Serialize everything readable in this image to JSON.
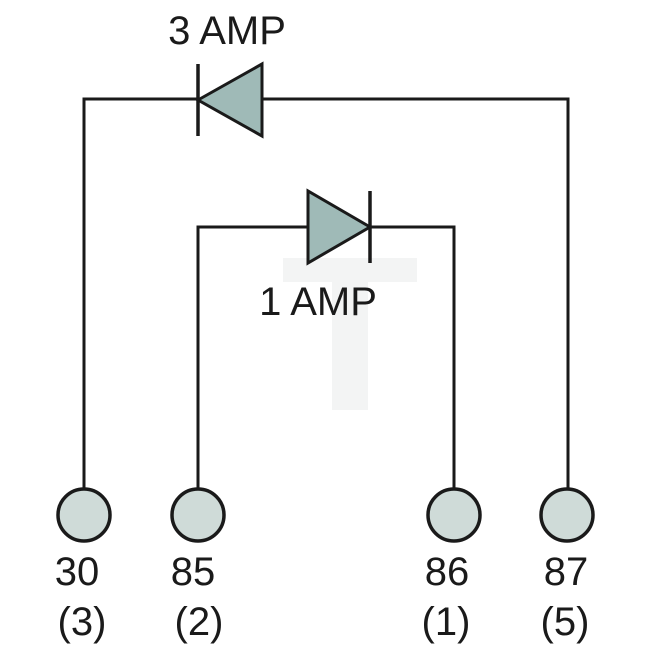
{
  "colors": {
    "background": "#ffffff",
    "line": "#1a1a1a",
    "text": "#1a1a1a",
    "diode_fill": "#9fbab7",
    "terminal_fill": "#cfdbd8",
    "watermark": "#f3f4f4"
  },
  "diodes": [
    {
      "label": "3 AMP",
      "direction": "left"
    },
    {
      "label": "1 AMP",
      "direction": "right"
    }
  ],
  "terminals": [
    {
      "id": "30",
      "pin": "(3)"
    },
    {
      "id": "85",
      "pin": "(2)"
    },
    {
      "id": "86",
      "pin": "(1)"
    },
    {
      "id": "87",
      "pin": "(5)"
    }
  ]
}
